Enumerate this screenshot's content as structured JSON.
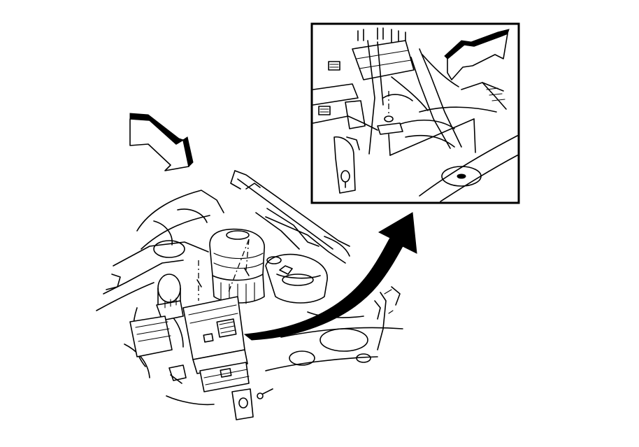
{
  "figure": {
    "kind": "line-art service illustration",
    "colors": {
      "line": "#000000",
      "background": "#ffffff"
    },
    "views": [
      "engine-compartment-overview",
      "inset-detail"
    ],
    "icons": [
      "view-direction-arrow-icon",
      "inset-callout-arrow-icon"
    ]
  }
}
